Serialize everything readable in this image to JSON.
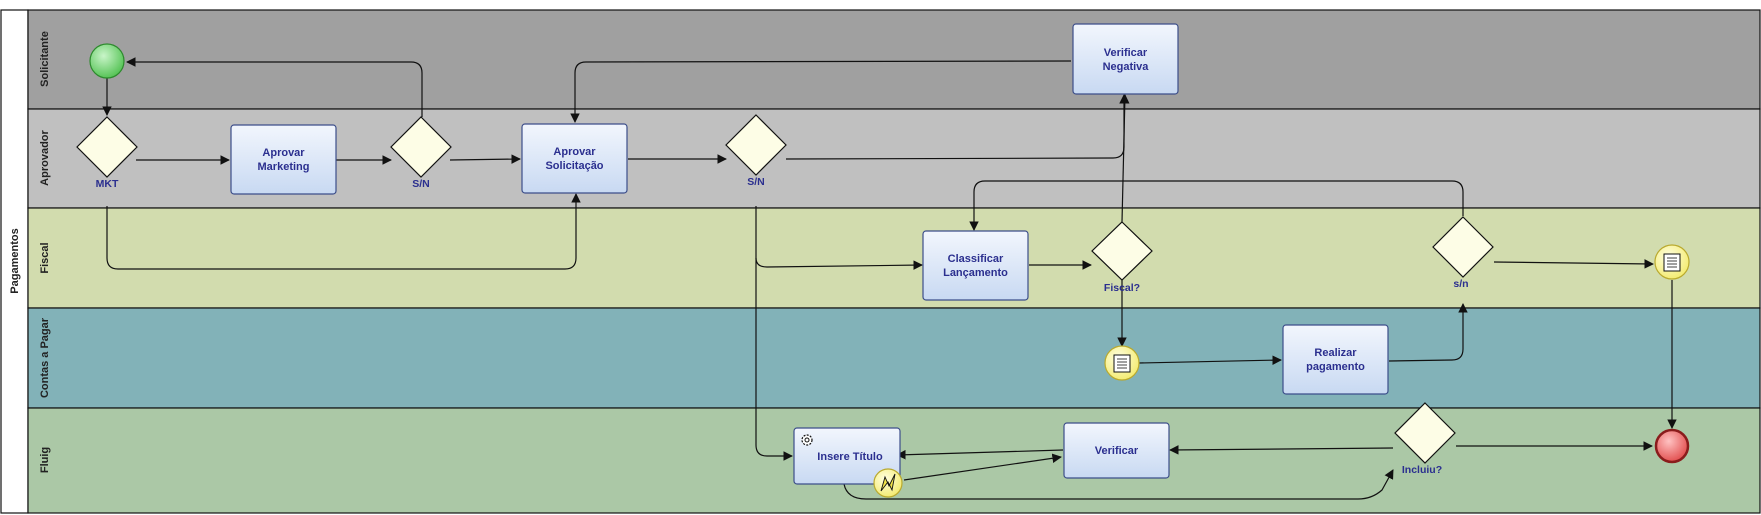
{
  "pool": {
    "label": "Pagamentos"
  },
  "lanes": [
    {
      "id": "solicitante",
      "label": "Solicitante",
      "color": "#a0a0a0"
    },
    {
      "id": "aprovador",
      "label": "Aprovador",
      "color": "#c0c0c0"
    },
    {
      "id": "fiscal",
      "label": "Fiscal",
      "color": "#d2dcae"
    },
    {
      "id": "contas",
      "label": "Contas a Pagar",
      "color": "#82b2b8"
    },
    {
      "id": "fluig",
      "label": "Fluig",
      "color": "#abc8a6"
    }
  ],
  "tasks": {
    "verificar_negativa": [
      "Verificar",
      "Negativa"
    ],
    "aprovar_marketing": [
      "Aprovar",
      "Marketing"
    ],
    "aprovar_solicitacao": [
      "Aprovar",
      "Solicitação"
    ],
    "classificar_lancamento": [
      "Classificar",
      "Lançamento"
    ],
    "realizar_pagamento": [
      "Realizar",
      "pagamento"
    ],
    "insere_titulo": [
      "Insere Título"
    ],
    "verificar": [
      "Verificar"
    ]
  },
  "gateways": {
    "mkt": "MKT",
    "sn_marketing": "S/N",
    "sn_solicitacao": "S/N",
    "fiscal": "Fiscal?",
    "sn_pagamento": "s/n",
    "incluiu": "Incluiu?"
  },
  "events": {
    "start": "start-event",
    "end": "end-event",
    "message_fiscal": "message-intermediate-event",
    "message_contas": "message-intermediate-event",
    "error_boundary": "error-boundary-event"
  },
  "colors": {
    "task_fill_top": "#f2f6fd",
    "task_fill_bottom": "#c8d9f2",
    "task_stroke": "#3c4e8a",
    "gateway_fill": "#fdfde6",
    "start_fill": "#7fdc7f",
    "end_fill": "#f06a6a",
    "event_fill": "#fdfb9a"
  }
}
